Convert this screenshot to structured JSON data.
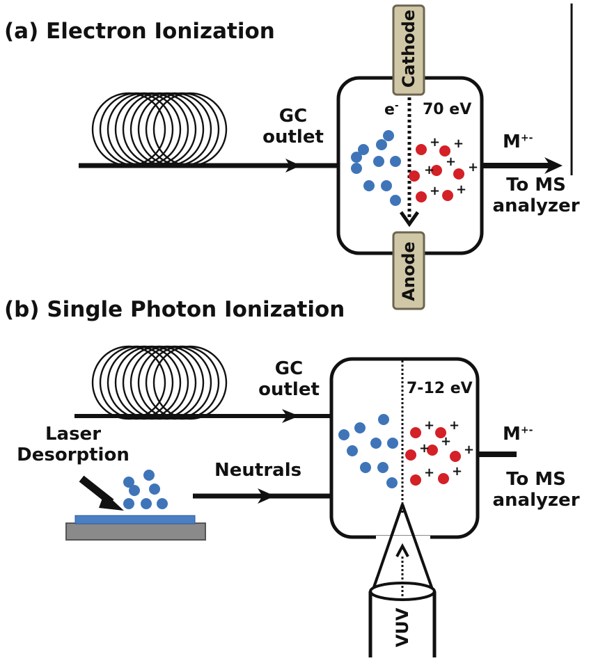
{
  "panel_a": {
    "title": "(a) Electron Ionization",
    "gc_outlet": [
      "GC",
      "outlet"
    ],
    "cathode": "Cathode",
    "anode": "Anode",
    "electron": "e",
    "electron_sup": "-",
    "energy": "70 eV",
    "ion_label": "M",
    "ion_sup": "+-",
    "to_ms": [
      "To MS",
      "analyzer"
    ]
  },
  "panel_b": {
    "title": "(b) Single Photon Ionization",
    "gc_outlet": [
      "GC",
      "outlet"
    ],
    "laser": [
      "Laser",
      "Desorption"
    ],
    "neutrals": "Neutrals",
    "energy": "7-12 eV",
    "ion_label": "M",
    "ion_sup": "+-",
    "to_ms": [
      "To MS",
      "analyzer"
    ],
    "vuv": "VUV"
  },
  "colors": {
    "neutral": "#3f75b8",
    "ion": "#d42027",
    "electrode": "#cfc7a6",
    "substrate": "#8a8a8a",
    "sample_layer": "#4a7fc4"
  }
}
